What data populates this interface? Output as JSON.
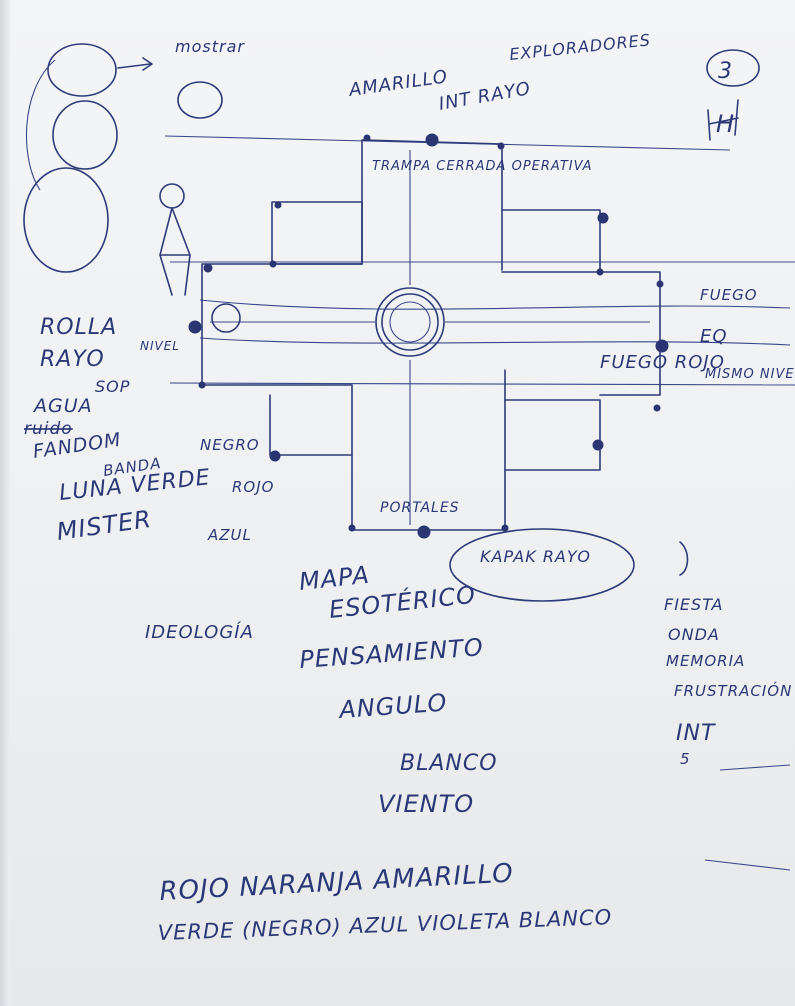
{
  "page_number": "3",
  "corner_letter": "H",
  "labels": {
    "top_left_note": "mostrar",
    "top_center_a": "AMARILLO",
    "top_center_b": "EXPLORADORES",
    "top_sub": "INT RAYO",
    "top_chamber": "TRAMPA CERRADA OPERATIVA",
    "right_a": "FUEGO",
    "right_b": "EQ",
    "right_c": "FUEGO ROJO",
    "right_d": "MISMO NIVEL",
    "left_a": "ROLLA",
    "left_b": "RAYO",
    "left_c": "SOP",
    "left_d": "NIVEL",
    "left_list_1": "AGUA",
    "left_list_2": "ruido",
    "left_list_3": "FANDOM",
    "left_list_4": "BANDA",
    "left_list_5": "NEGRO",
    "left_list_6": "LUNA VERDE",
    "left_list_7": "MISTER",
    "left_list_8": "AZUL",
    "left_list_9": "ROJO",
    "bottom_chamber": "PORTALES",
    "bottom_right_bubble": "KAPAK RAYO",
    "map_title": "MAPA",
    "map_sub": "ESOTÉRICO",
    "word_1": "PENSAMIENTO",
    "word_2": "ANGULO",
    "word_3": "BLANCO",
    "word_4": "VIENTO",
    "left_mid": "IDEOLOGÍA",
    "right_list_1": "FIESTA",
    "right_list_2": "ONDA",
    "right_list_3": "MEMORIA",
    "right_list_4": "FRUSTRACIÓN",
    "right_list_5": "INT",
    "right_list_6": "5",
    "colors_line_1": "ROJO NARANJA AMARILLO",
    "colors_line_2": "VERDE (NEGRO) AZUL VIOLETA BLANCO"
  },
  "ink_color": "#2d3b7a",
  "paper_color": "#eef0f2"
}
